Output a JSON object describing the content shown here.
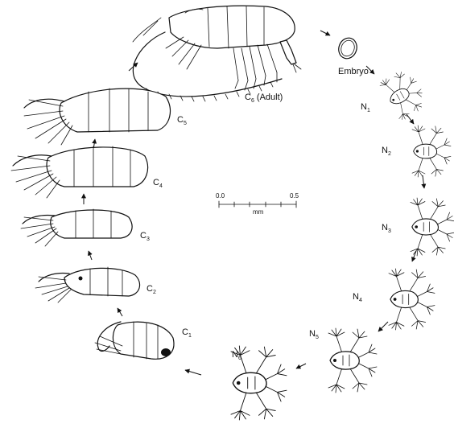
{
  "stages": {
    "embryo": "Embryo",
    "n1": {
      "letter": "N",
      "sub": "1"
    },
    "n2": {
      "letter": "N",
      "sub": "2"
    },
    "n3": {
      "letter": "N",
      "sub": "3"
    },
    "n4": {
      "letter": "N",
      "sub": "4"
    },
    "n5": {
      "letter": "N",
      "sub": "5"
    },
    "n6": {
      "letter": "N",
      "sub": "6"
    },
    "c1": {
      "letter": "C",
      "sub": "1"
    },
    "c2": {
      "letter": "C",
      "sub": "2"
    },
    "c3": {
      "letter": "C",
      "sub": "3"
    },
    "c4": {
      "letter": "C",
      "sub": "4"
    },
    "c5": {
      "letter": "C",
      "sub": "5"
    },
    "c6": {
      "letter": "C",
      "sub": "6",
      "suffix": " (Adult)"
    }
  },
  "scale_bar": {
    "start": "0.0",
    "end": "0.5",
    "unit": "mm"
  }
}
